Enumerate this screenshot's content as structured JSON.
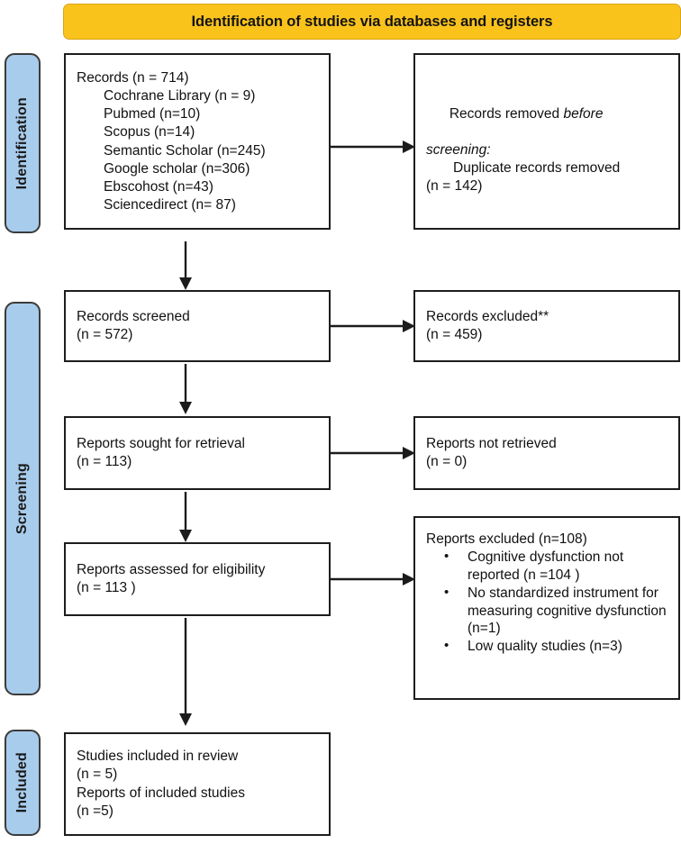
{
  "diagram": {
    "type": "prisma-flow-diagram",
    "title": "Identification of studies via databases and registers",
    "colors": {
      "banner": "#FAC31C",
      "stage_label": "#A8CCEC",
      "box_border": "#1d1d1d",
      "text": "#111111"
    }
  },
  "banner": {
    "label": "Identification of studies via databases and registers"
  },
  "stages": {
    "identification": "Identification",
    "screening": "Screening",
    "included": "Included"
  },
  "boxes": {
    "records_identified": {
      "name": "records-identified",
      "lines": [
        {
          "text": "Records (n = 714)",
          "indent": false,
          "italic": false
        },
        {
          "text": "Cochrane Library (n = 9)",
          "indent": true,
          "italic": false
        },
        {
          "text": "Pubmed (n=10)",
          "indent": true,
          "italic": false
        },
        {
          "text": "Scopus (n=14)",
          "indent": true,
          "italic": false
        },
        {
          "text": "Semantic Scholar (n=245)",
          "indent": true,
          "italic": false
        },
        {
          "text": "Google scholar (n=306)",
          "indent": true,
          "italic": false
        },
        {
          "text": "Ebscohost (n=43)",
          "indent": true,
          "italic": false
        },
        {
          "text": "Sciencedirect (n= 87)",
          "indent": true,
          "italic": false
        }
      ]
    },
    "records_removed": {
      "name": "records-removed-before-screening",
      "lines": [
        {
          "text": "Records removed before",
          "indent": false,
          "italic": false,
          "partial_italic": "before"
        },
        {
          "text": "screening:",
          "indent": false,
          "italic": true
        },
        {
          "text": "Duplicate records removed",
          "indent": true,
          "italic": false
        },
        {
          "text": "(n = 142)",
          "indent": false,
          "italic": false
        }
      ]
    },
    "records_screened": {
      "name": "records-screened",
      "lines": [
        {
          "text": "Records screened",
          "indent": false,
          "italic": false
        },
        {
          "text": "(n = 572)",
          "indent": false,
          "italic": false
        }
      ]
    },
    "records_excluded": {
      "name": "records-excluded",
      "lines": [
        {
          "text": "Records excluded**",
          "indent": false,
          "italic": false
        },
        {
          "text": "(n = 459)",
          "indent": false,
          "italic": false
        }
      ]
    },
    "reports_sought": {
      "name": "reports-sought-for-retrieval",
      "lines": [
        {
          "text": "Reports sought for retrieval",
          "indent": false,
          "italic": false
        },
        {
          "text": "(n = 113)",
          "indent": false,
          "italic": false
        }
      ]
    },
    "reports_not_retrieved": {
      "name": "reports-not-retrieved",
      "lines": [
        {
          "text": "Reports not retrieved",
          "indent": false,
          "italic": false
        },
        {
          "text": "(n = 0)",
          "indent": false,
          "italic": false
        }
      ]
    },
    "reports_assessed": {
      "name": "reports-assessed-for-eligibility",
      "lines": [
        {
          "text": "Reports assessed for eligibility",
          "indent": false,
          "italic": false
        },
        {
          "text": "(n = 113 )",
          "indent": false,
          "italic": false
        }
      ]
    },
    "reports_excluded": {
      "name": "reports-excluded",
      "heading": "Reports excluded (n=108)",
      "bullets": [
        "Cognitive dysfunction not reported (n =104 )",
        "No standardized instrument for measuring cognitive dysfunction (n=1)",
        "Low quality studies (n=3)"
      ]
    },
    "studies_included": {
      "name": "studies-included-in-review",
      "lines": [
        {
          "text": "Studies included in review",
          "indent": false,
          "italic": false
        },
        {
          "text": "(n = 5)",
          "indent": false,
          "italic": false
        },
        {
          "text": "Reports of included studies",
          "indent": false,
          "italic": false
        },
        {
          "text": "(n =5)",
          "indent": false,
          "italic": false
        }
      ]
    }
  },
  "flow_counts": {
    "records_total": 714,
    "sources": [
      {
        "name": "Cochrane Library",
        "n": 9
      },
      {
        "name": "Pubmed",
        "n": 10
      },
      {
        "name": "Scopus",
        "n": 14
      },
      {
        "name": "Semantic Scholar",
        "n": 245
      },
      {
        "name": "Google scholar",
        "n": 306
      },
      {
        "name": "Ebscohost",
        "n": 43
      },
      {
        "name": "Sciencedirect",
        "n": 87
      }
    ],
    "duplicates_removed": 142,
    "screened": 572,
    "excluded_at_screening": 459,
    "sought_for_retrieval": 113,
    "not_retrieved": 0,
    "assessed_for_eligibility": 113,
    "excluded_reports": 108,
    "studies_included": 5,
    "reports_of_included_studies": 5
  }
}
